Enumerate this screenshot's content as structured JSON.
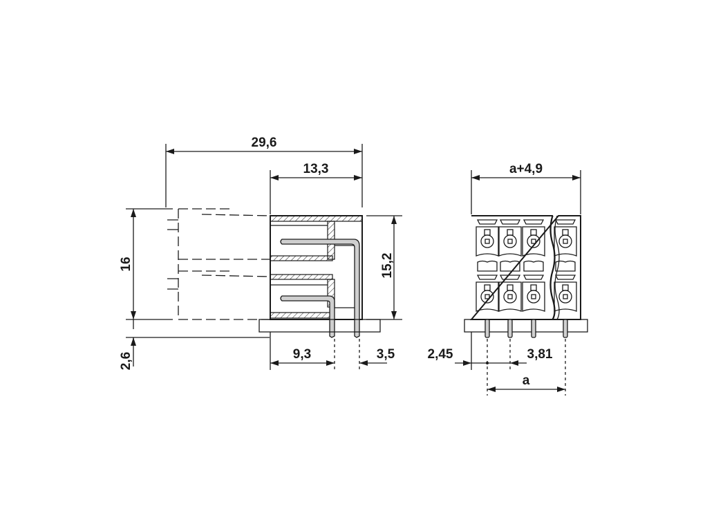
{
  "drawing": {
    "side_view": {
      "overall_length": "29,6",
      "body_depth": "13,3",
      "total_height": "16",
      "body_height": "15,2",
      "pin_length": "2,6",
      "pin_offset": "9,3",
      "pin_spacing": "3,5"
    },
    "front_view": {
      "overall_width": "a+4,9",
      "edge_offset": "2,45",
      "pitch": "3,81",
      "span": "a"
    }
  }
}
